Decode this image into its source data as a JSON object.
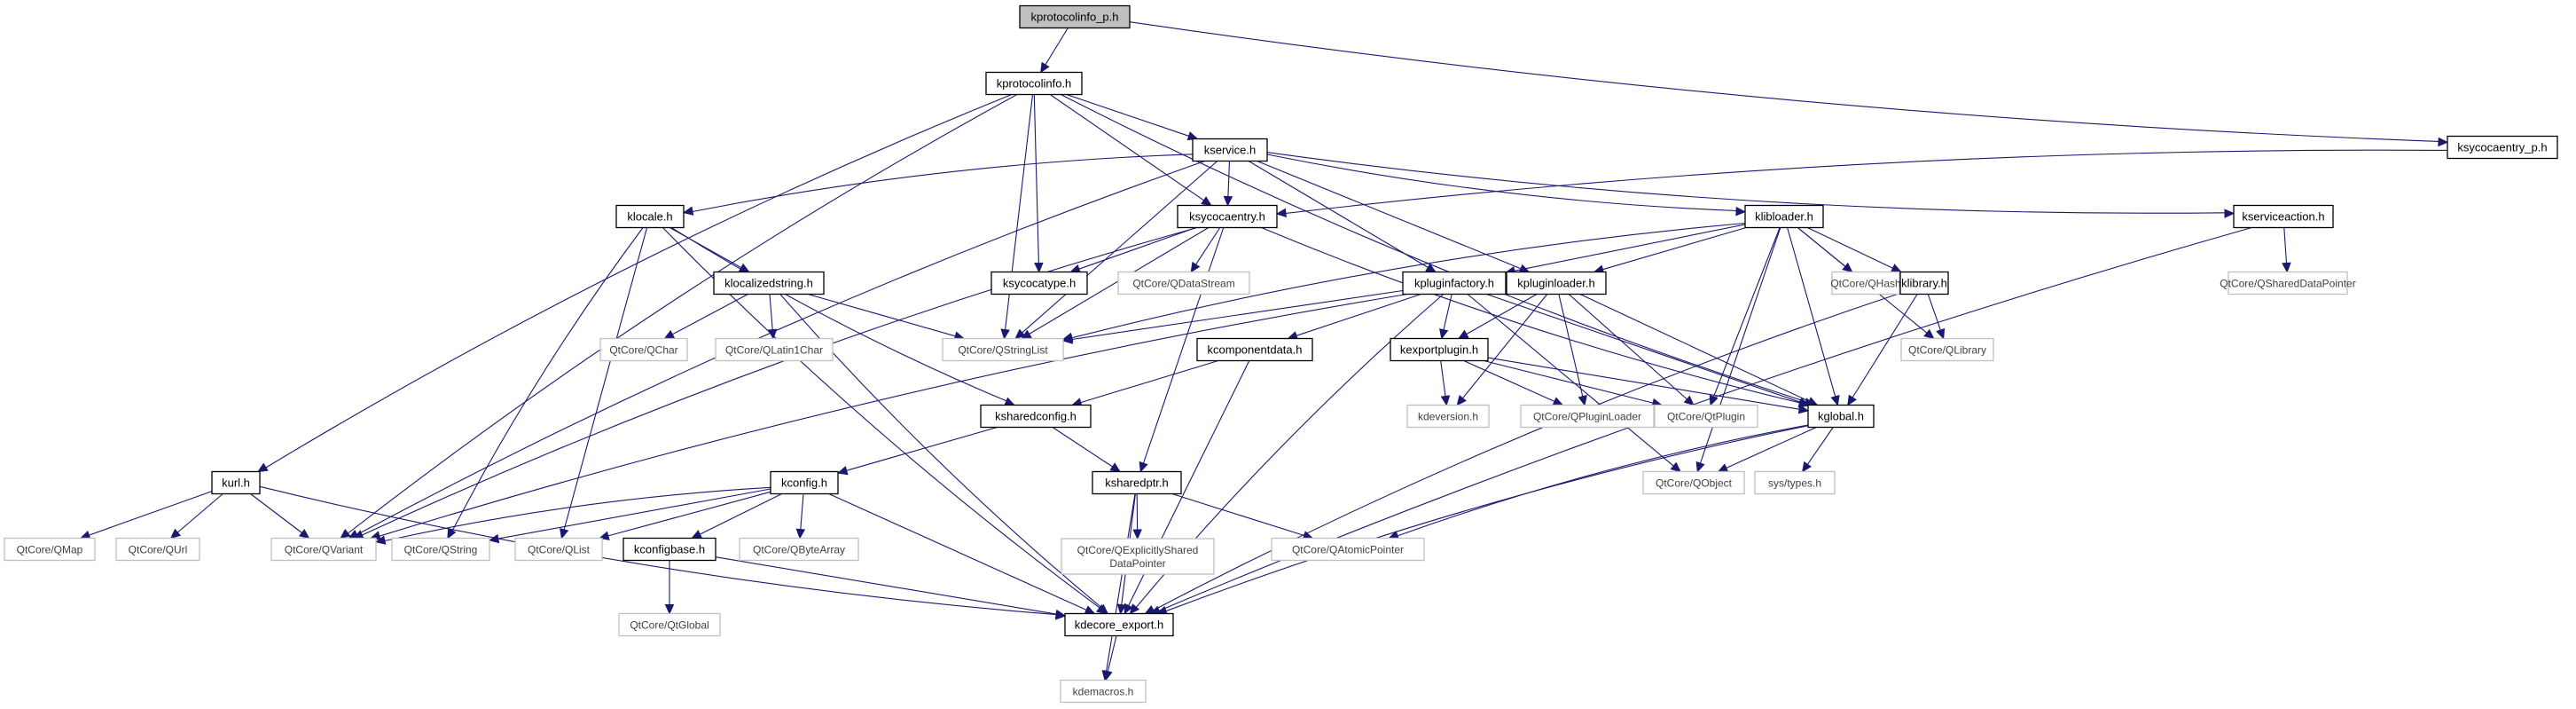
{
  "title": "kprotocolinfo_p.h include dependency graph",
  "colors": {
    "edge": "#191970",
    "root_fill": "#bfbfbf",
    "local_border": "#000000",
    "external_border": "#bfbfbf"
  },
  "nodes": [
    {
      "id": "kprotocolinfo_p",
      "label": "kprotocolinfo_p.h",
      "kind": "root"
    },
    {
      "id": "kprotocolinfo",
      "label": "kprotocolinfo.h",
      "kind": "local"
    },
    {
      "id": "ksycocaentry_p",
      "label": "ksycocaentry_p.h",
      "kind": "local"
    },
    {
      "id": "kservice",
      "label": "kservice.h",
      "kind": "local"
    },
    {
      "id": "klocale",
      "label": "klocale.h",
      "kind": "local"
    },
    {
      "id": "ksycocaentry",
      "label": "ksycocaentry.h",
      "kind": "local"
    },
    {
      "id": "klibloader",
      "label": "klibloader.h",
      "kind": "local"
    },
    {
      "id": "kserviceaction",
      "label": "kserviceaction.h",
      "kind": "local"
    },
    {
      "id": "klocalizedstring",
      "label": "klocalizedstring.h",
      "kind": "local"
    },
    {
      "id": "ksycocatype",
      "label": "ksycocatype.h",
      "kind": "local"
    },
    {
      "id": "qdatastream",
      "label": "QtCore/QDataStream",
      "kind": "external"
    },
    {
      "id": "kpluginfactory",
      "label": "kpluginfactory.h",
      "kind": "local"
    },
    {
      "id": "kpluginloader",
      "label": "kpluginloader.h",
      "kind": "local"
    },
    {
      "id": "qhash",
      "label": "QtCore/QHash",
      "kind": "external"
    },
    {
      "id": "klibrary",
      "label": "klibrary.h",
      "kind": "local"
    },
    {
      "id": "qshareddatapointer",
      "label": "QtCore/QSharedDataPointer",
      "kind": "external"
    },
    {
      "id": "qchar",
      "label": "QtCore/QChar",
      "kind": "external"
    },
    {
      "id": "qlatin1char",
      "label": "QtCore/QLatin1Char",
      "kind": "external"
    },
    {
      "id": "qstringlist",
      "label": "QtCore/QStringList",
      "kind": "external"
    },
    {
      "id": "kcomponentdata",
      "label": "kcomponentdata.h",
      "kind": "local"
    },
    {
      "id": "kexportplugin",
      "label": "kexportplugin.h",
      "kind": "local"
    },
    {
      "id": "qlibrary",
      "label": "QtCore/QLibrary",
      "kind": "external"
    },
    {
      "id": "ksharedconfig",
      "label": "ksharedconfig.h",
      "kind": "local"
    },
    {
      "id": "kdeversion",
      "label": "kdeversion.h",
      "kind": "external"
    },
    {
      "id": "qpluginloader",
      "label": "QtCore/QPluginLoader",
      "kind": "external"
    },
    {
      "id": "qtplugin",
      "label": "QtCore/QtPlugin",
      "kind": "external"
    },
    {
      "id": "kglobal",
      "label": "kglobal.h",
      "kind": "local"
    },
    {
      "id": "kurl",
      "label": "kurl.h",
      "kind": "local"
    },
    {
      "id": "kconfig",
      "label": "kconfig.h",
      "kind": "local"
    },
    {
      "id": "ksharedptr",
      "label": "ksharedptr.h",
      "kind": "local"
    },
    {
      "id": "qobject",
      "label": "QtCore/QObject",
      "kind": "external"
    },
    {
      "id": "systypes",
      "label": "sys/types.h",
      "kind": "external"
    },
    {
      "id": "qmap",
      "label": "QtCore/QMap",
      "kind": "external"
    },
    {
      "id": "qurl",
      "label": "QtCore/QUrl",
      "kind": "external"
    },
    {
      "id": "qvariant",
      "label": "QtCore/QVariant",
      "kind": "external"
    },
    {
      "id": "qstring",
      "label": "QtCore/QString",
      "kind": "external"
    },
    {
      "id": "qlist",
      "label": "QtCore/QList",
      "kind": "external"
    },
    {
      "id": "kconfigbase",
      "label": "kconfigbase.h",
      "kind": "local"
    },
    {
      "id": "qbytearray",
      "label": "QtCore/QByteArray",
      "kind": "external"
    },
    {
      "id": "qexplicitlyshared",
      "label": "QtCore/QExplicitlyShared\nDataPointer",
      "kind": "external"
    },
    {
      "id": "qatomicpointer",
      "label": "QtCore/QAtomicPointer",
      "kind": "external"
    },
    {
      "id": "qtglobal",
      "label": "QtCore/QtGlobal",
      "kind": "external"
    },
    {
      "id": "kdecore_export",
      "label": "kdecore_export.h",
      "kind": "local"
    },
    {
      "id": "kdemacros",
      "label": "kdemacros.h",
      "kind": "external"
    }
  ],
  "edges": [
    [
      "kprotocolinfo_p",
      "kprotocolinfo"
    ],
    [
      "kprotocolinfo_p",
      "ksycocaentry_p"
    ],
    [
      "kprotocolinfo",
      "kservice"
    ],
    [
      "kprotocolinfo",
      "ksycocaentry"
    ],
    [
      "kprotocolinfo",
      "ksycocatype"
    ],
    [
      "kprotocolinfo",
      "qstringlist"
    ],
    [
      "kprotocolinfo",
      "kurl"
    ],
    [
      "kprotocolinfo",
      "qvariant"
    ],
    [
      "kprotocolinfo",
      "kglobal"
    ],
    [
      "ksycocaentry_p",
      "ksycocaentry"
    ],
    [
      "kservice",
      "klocale"
    ],
    [
      "kservice",
      "ksycocaentry"
    ],
    [
      "kservice",
      "klibloader"
    ],
    [
      "kservice",
      "kserviceaction"
    ],
    [
      "kservice",
      "kpluginfactory"
    ],
    [
      "kservice",
      "kpluginloader"
    ],
    [
      "kservice",
      "qstringlist"
    ],
    [
      "kservice",
      "qvariant"
    ],
    [
      "klocale",
      "klocalizedstring"
    ],
    [
      "klocale",
      "ksharedconfig"
    ],
    [
      "klocale",
      "qstring"
    ],
    [
      "klocale",
      "qlist"
    ],
    [
      "klocale",
      "kdecore_export"
    ],
    [
      "ksycocaentry",
      "ksycocatype"
    ],
    [
      "ksycocaentry",
      "qdatastream"
    ],
    [
      "ksycocaentry",
      "qstringlist"
    ],
    [
      "ksycocaentry",
      "qvariant"
    ],
    [
      "ksycocaentry",
      "ksharedptr"
    ],
    [
      "ksycocaentry",
      "kglobal"
    ],
    [
      "klibloader",
      "kpluginfactory"
    ],
    [
      "klibloader",
      "kpluginloader"
    ],
    [
      "klibloader",
      "qhash"
    ],
    [
      "klibloader",
      "klibrary"
    ],
    [
      "klibloader",
      "qlibrary"
    ],
    [
      "klibloader",
      "qstringlist"
    ],
    [
      "klibloader",
      "qtplugin"
    ],
    [
      "klibloader",
      "kglobal"
    ],
    [
      "klibloader",
      "qobject"
    ],
    [
      "kserviceaction",
      "qshareddatapointer"
    ],
    [
      "kserviceaction",
      "kdecore_export"
    ],
    [
      "klocalizedstring",
      "qchar"
    ],
    [
      "klocalizedstring",
      "qlatin1char"
    ],
    [
      "klocalizedstring",
      "qstringlist"
    ],
    [
      "klocalizedstring",
      "kdecore_export"
    ],
    [
      "kpluginfactory",
      "kcomponentdata"
    ],
    [
      "kpluginfactory",
      "kexportplugin"
    ],
    [
      "kpluginfactory",
      "qstringlist"
    ],
    [
      "kpluginfactory",
      "qvariant"
    ],
    [
      "kpluginfactory",
      "kglobal"
    ],
    [
      "kpluginfactory",
      "qobject"
    ],
    [
      "kpluginfactory",
      "kdecore_export"
    ],
    [
      "kpluginloader",
      "kexportplugin"
    ],
    [
      "kpluginloader",
      "kdeversion"
    ],
    [
      "kpluginloader",
      "qpluginloader"
    ],
    [
      "kpluginloader",
      "qtplugin"
    ],
    [
      "kpluginloader",
      "kglobal"
    ],
    [
      "klibrary",
      "qlibrary"
    ],
    [
      "klibrary",
      "kglobal"
    ],
    [
      "klibrary",
      "kdecore_export"
    ],
    [
      "kcomponentdata",
      "ksharedconfig"
    ],
    [
      "kcomponentdata",
      "kdecore_export"
    ],
    [
      "kexportplugin",
      "kdeversion"
    ],
    [
      "kexportplugin",
      "qpluginloader"
    ],
    [
      "kexportplugin",
      "qtplugin"
    ],
    [
      "kexportplugin",
      "kglobal"
    ],
    [
      "ksharedconfig",
      "kconfig"
    ],
    [
      "ksharedconfig",
      "ksharedptr"
    ],
    [
      "kglobal",
      "qobject"
    ],
    [
      "kglobal",
      "systypes"
    ],
    [
      "kglobal",
      "qatomicpointer"
    ],
    [
      "kglobal",
      "kdecore_export"
    ],
    [
      "kurl",
      "qmap"
    ],
    [
      "kurl",
      "qurl"
    ],
    [
      "kurl",
      "qvariant"
    ],
    [
      "kurl",
      "kdecore_export"
    ],
    [
      "kconfig",
      "qvariant"
    ],
    [
      "kconfig",
      "qstring"
    ],
    [
      "kconfig",
      "qlist"
    ],
    [
      "kconfig",
      "kconfigbase"
    ],
    [
      "kconfig",
      "qbytearray"
    ],
    [
      "kconfig",
      "kdecore_export"
    ],
    [
      "ksharedptr",
      "qexplicitlyshared"
    ],
    [
      "ksharedptr",
      "qatomicpointer"
    ],
    [
      "ksharedptr",
      "kdecore_export"
    ],
    [
      "ksharedptr",
      "kdemacros"
    ],
    [
      "kconfigbase",
      "qtglobal"
    ],
    [
      "kconfigbase",
      "kdecore_export"
    ],
    [
      "kdecore_export",
      "kdemacros"
    ]
  ]
}
